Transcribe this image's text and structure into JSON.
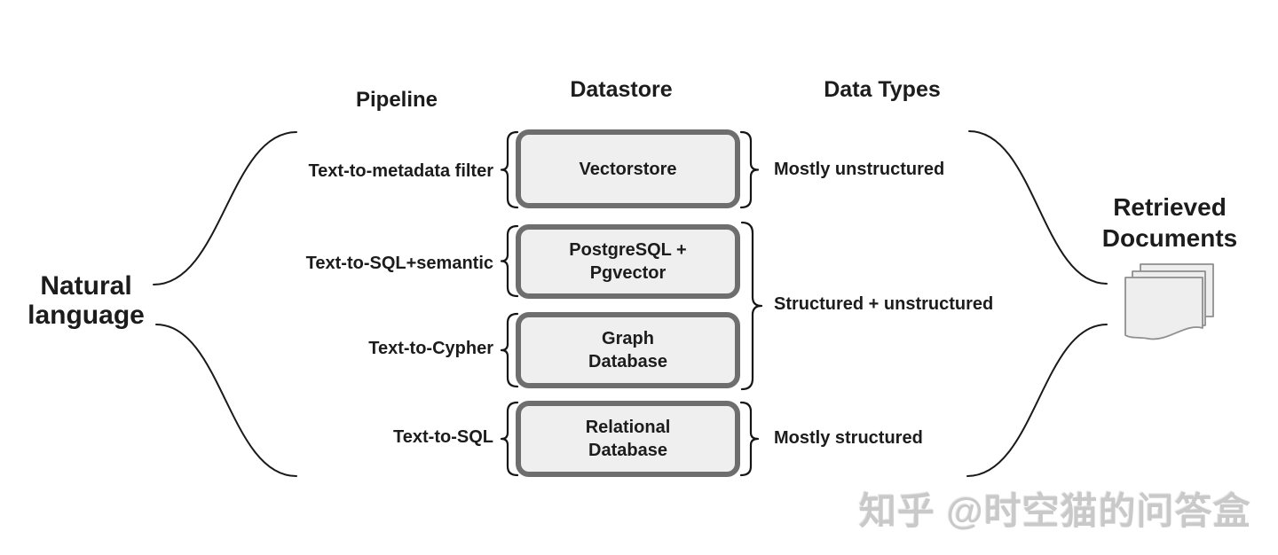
{
  "diagram": {
    "source": {
      "label": "Natural language",
      "lines": [
        "Natural",
        "language"
      ]
    },
    "columns": {
      "pipeline": "Pipeline",
      "datastore": "Datastore",
      "data_types": "Data Types"
    },
    "rows": [
      {
        "pipeline": "Text-to-metadata filter",
        "datastore": "Vectorstore",
        "datastore_lines": [
          "Vectorstore"
        ]
      },
      {
        "pipeline": "Text-to-SQL+semantic",
        "datastore": "PostgreSQL + Pgvector",
        "datastore_lines": [
          "PostgreSQL +",
          "Pgvector"
        ]
      },
      {
        "pipeline": "Text-to-Cypher",
        "datastore": "Graph Database",
        "datastore_lines": [
          "Graph",
          "Database"
        ]
      },
      {
        "pipeline": "Text-to-SQL",
        "datastore": "Relational Database",
        "datastore_lines": [
          "Relational",
          "Database"
        ]
      }
    ],
    "data_type_labels": [
      {
        "label": "Mostly unstructured",
        "applies_to": [
          "Vectorstore"
        ]
      },
      {
        "label": "Structured + unstructured",
        "applies_to": [
          "PostgreSQL + Pgvector",
          "Graph Database"
        ]
      },
      {
        "label": "Mostly structured",
        "applies_to": [
          "Relational Database"
        ]
      }
    ],
    "output": {
      "label": "Retrieved Documents",
      "lines": [
        "Retrieved",
        "Documents"
      ],
      "icon": "documents-icon"
    }
  },
  "watermark": {
    "text": "知乎 @时空猫的问答盒"
  },
  "colors": {
    "box_border": "#6e6e6e",
    "box_fill": "#efefef",
    "line_stroke": "#1a1a1a",
    "page_fill": "#eeeeee",
    "page_stroke": "#8f8f8f",
    "watermark": "#c9c9c9",
    "background": "#ffffff"
  }
}
